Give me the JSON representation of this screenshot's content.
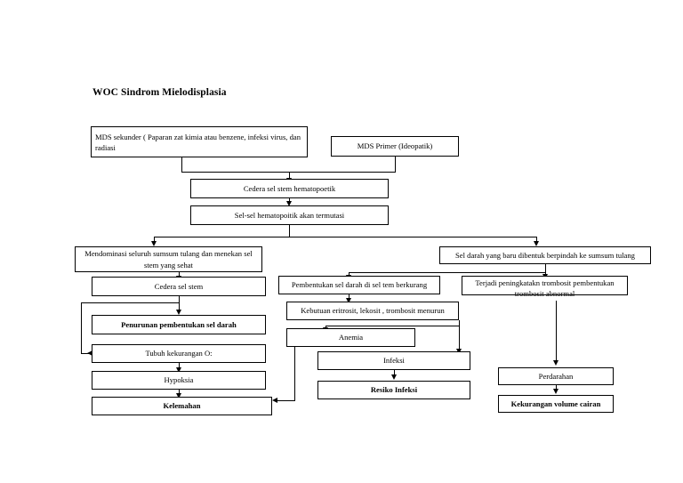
{
  "document": {
    "title": "WOC Sindrom Mielodisplasia"
  },
  "nodes": {
    "mds_sekunder": "MDS sekunder ( Paparan zat kimia atau benzene, infeksi virus, dan radiasi",
    "mds_primer": "MDS Primer (Ideopatik)",
    "cedera_hematopoetik": "Cedera sel stem hematopoetik",
    "termutasi": "Sel-sel hematopoitik akan termutasi",
    "mendominasi": "Mendominasi seluruh sumsum tulang dan menekan sel stem yang sehat",
    "sel_darah_baru": "Sel darah yang baru dibentuk berpindah ke sumsum tulang",
    "cedera_sel_stem": "Cedera sel stem",
    "pembentukan_berkurang": "Pembentukan sel darah di sel tem berkurang",
    "peningkatan_trombosit": "Terjadi peningkatakn trombosit  pembentukan trombosit abnormal",
    "penurunan_pembentukan": "Penurunan pembentukan sel darah",
    "kebutuan_menurun": "Kebutuan eritrosit, lekosit , trombosit menurun",
    "tubuh_kekurangan": "Tubuh kekurangan O:",
    "anemia": "Anemia",
    "infeksi": "Infeksi",
    "perdarahan": "Perdarahan",
    "hypoksia": "Hypoksia",
    "resiko_infeksi": "Resiko Infeksi",
    "kekurangan_volume": "Kekurangan volume cairan",
    "kelemahan": "Kelemahan"
  }
}
